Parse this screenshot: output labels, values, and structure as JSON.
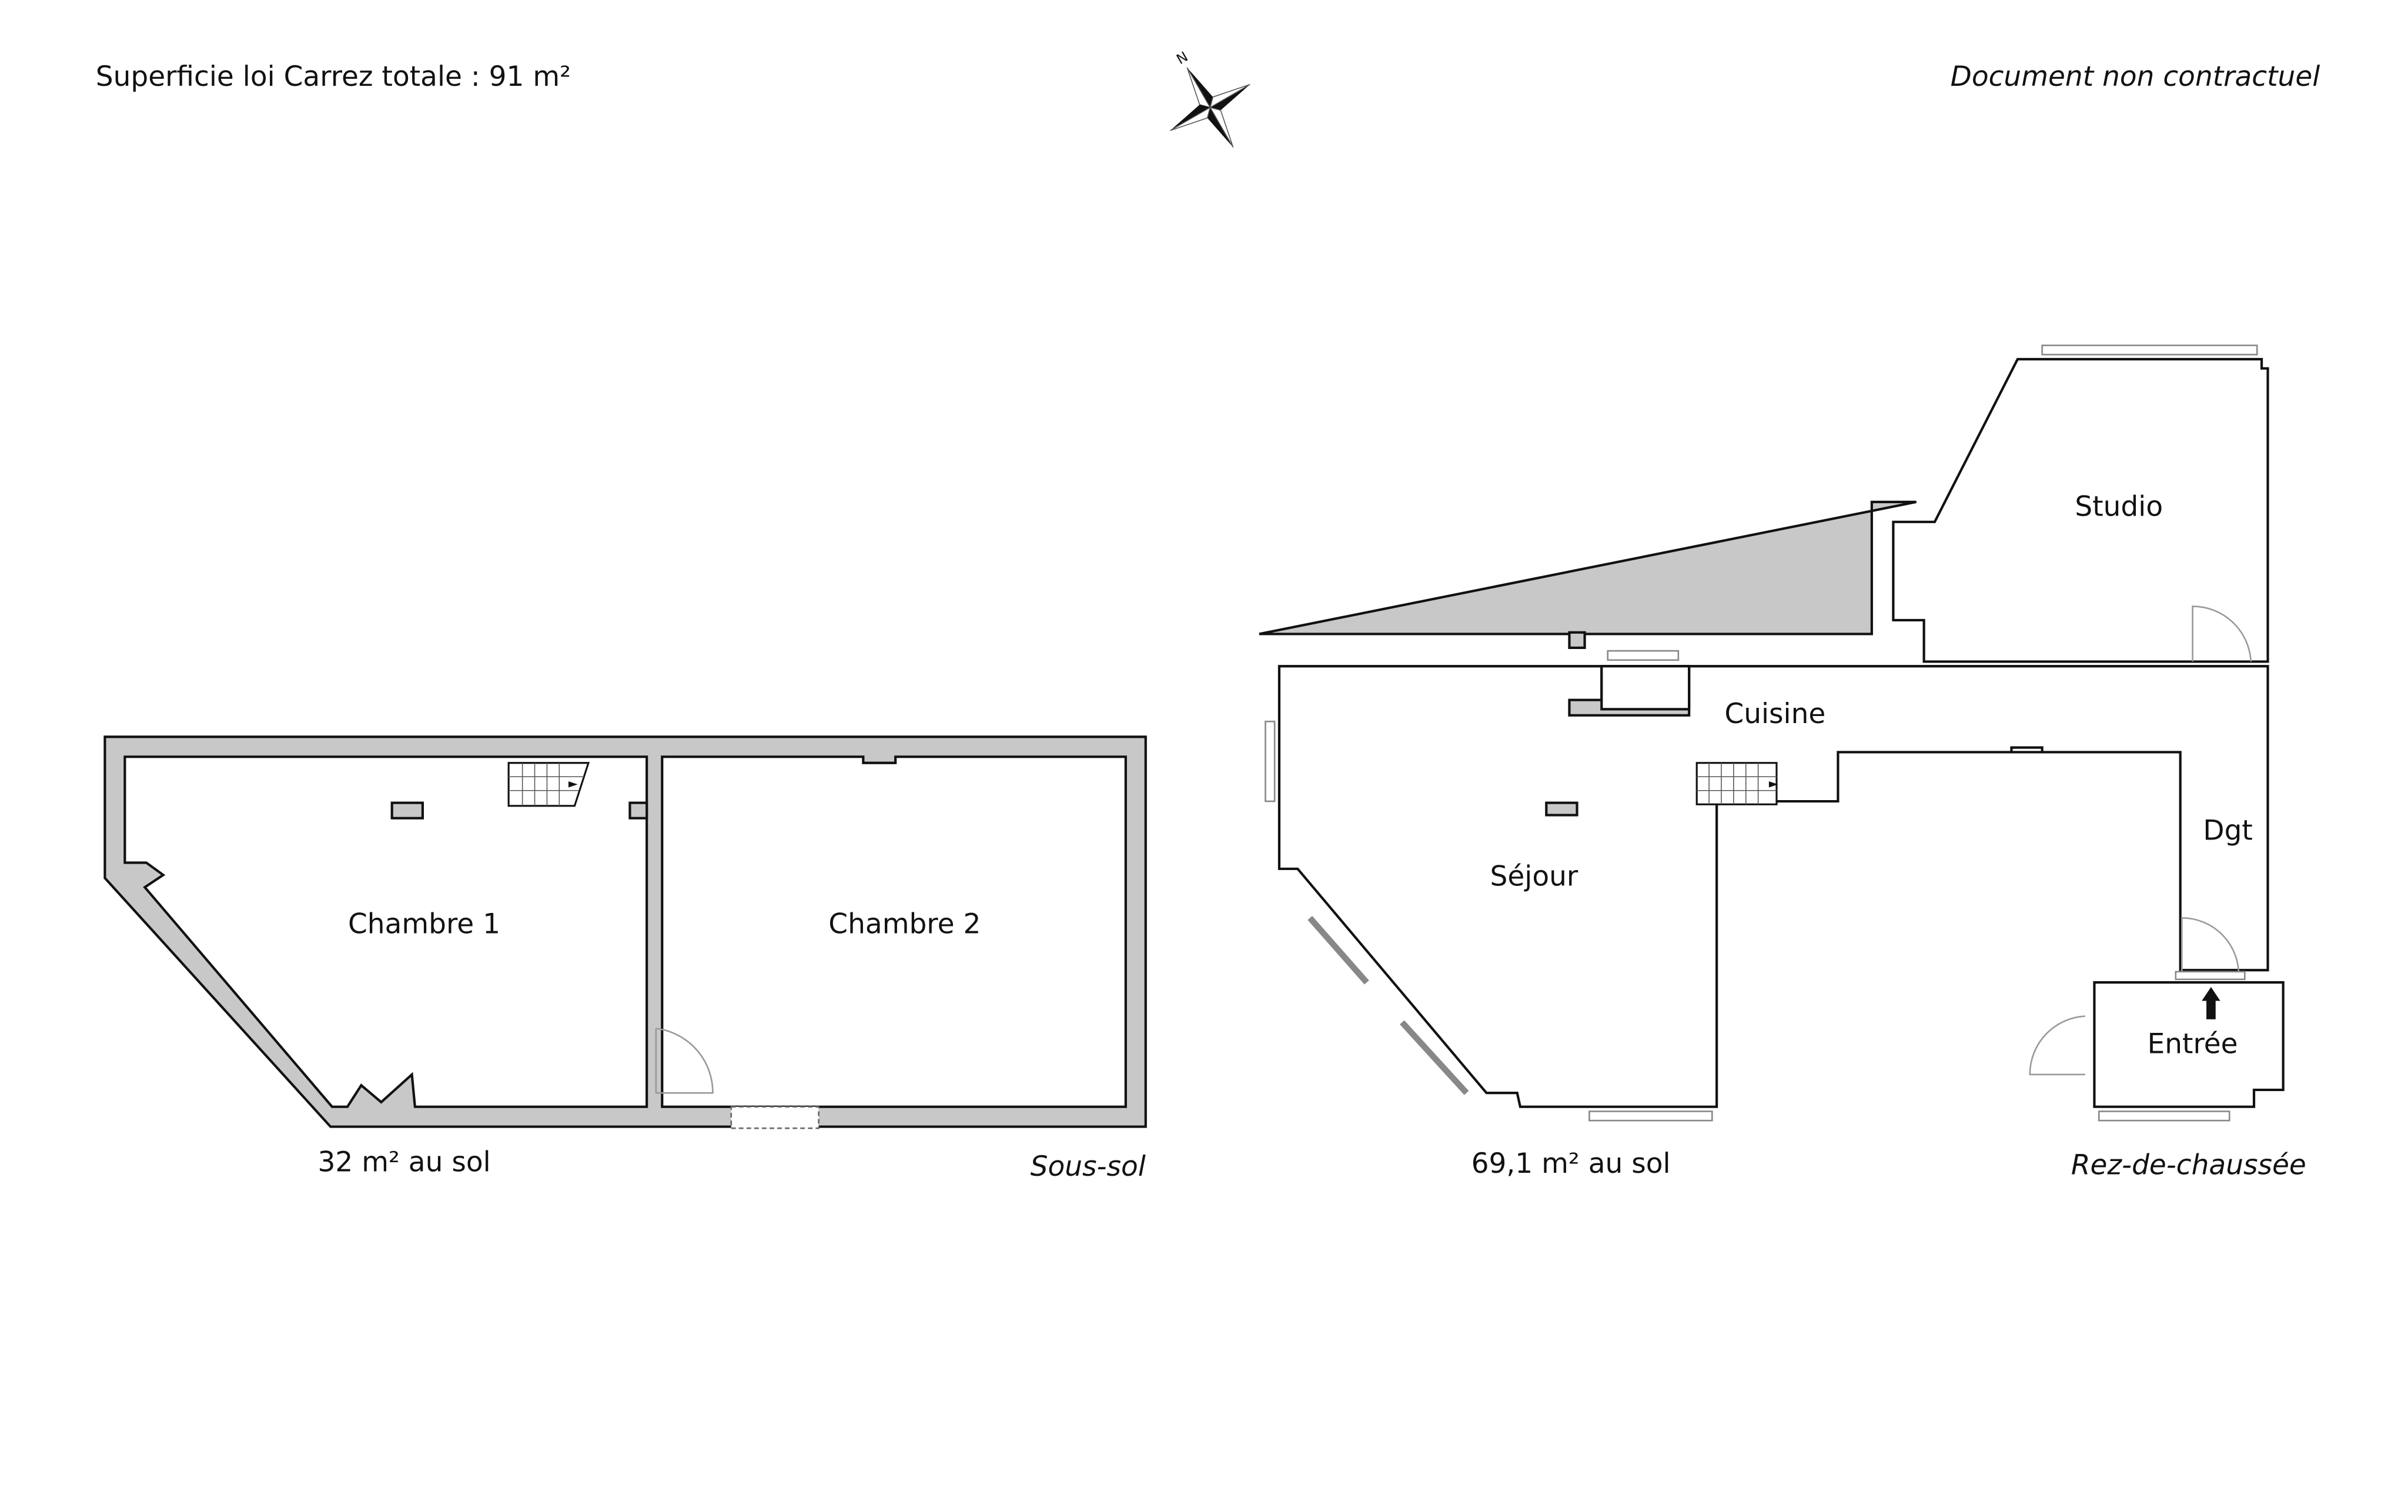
{
  "header": {
    "total_area": "Superficie loi Carrez totale :  91 m²",
    "disclaimer": "Document non contractuel",
    "compass_letter": "N"
  },
  "basement": {
    "level": "Sous-sol",
    "area": "32 m² au sol",
    "rooms": [
      "Chambre 1",
      "Chambre 2"
    ]
  },
  "ground_floor": {
    "level": "Rez-de-chaussée",
    "area": "69,1 m² au sol",
    "rooms": [
      "Studio",
      "Cuisine",
      "Séjour",
      "Dgt",
      "Entrée"
    ]
  },
  "colors": {
    "wall": "#c8c8c8",
    "outline": "#111111"
  }
}
